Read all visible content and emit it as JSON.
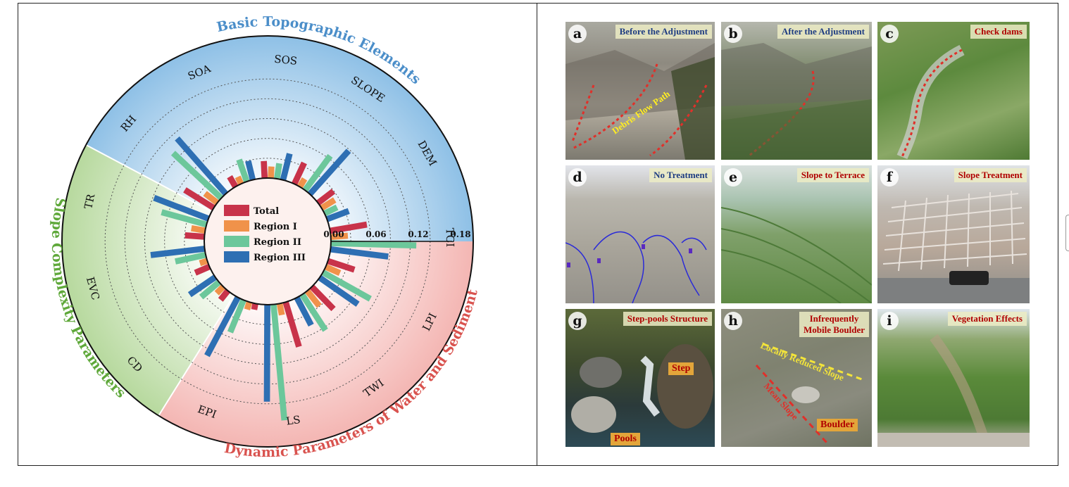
{
  "chart_data": {
    "type": "radial-bar",
    "sectors": [
      {
        "name": "Basic Topographic Elements",
        "color": "#8ec0e6"
      },
      {
        "name": "Slope Complexity Parameters",
        "color": "#b7d99e"
      },
      {
        "name": "Dynamic Parameters of Water and Sediment",
        "color": "#f4b6b3"
      }
    ],
    "categories": [
      "SOA",
      "SOS",
      "SLOPE",
      "DEM",
      "TCI",
      "LPI",
      "TWI",
      "LS",
      "EPI",
      "CD",
      "EVC",
      "TR",
      "RH"
    ],
    "axis_ticks": [
      "0.00",
      "0.06",
      "0.12",
      "0.18"
    ],
    "rlim": [
      0,
      0.18
    ],
    "legend": {
      "placement": "center"
    },
    "series": [
      {
        "name": "Total",
        "color": "#c8334a",
        "values": [
          0.015,
          0.022,
          0.03,
          0.025,
          0.048,
          0.036,
          0.04,
          0.06,
          0.008,
          0.015,
          0.02,
          0.025,
          0.044
        ]
      },
      {
        "name": "Region I",
        "color": "#f0924a",
        "values": [
          0.01,
          0.015,
          0.012,
          0.02,
          0.022,
          0.02,
          0.025,
          0.015,
          0.01,
          0.012,
          0.01,
          0.018,
          0.02
        ]
      },
      {
        "name": "Region II",
        "color": "#6cc79b",
        "values": [
          0.03,
          0.02,
          0.055,
          0.018,
          0.11,
          0.07,
          0.055,
          0.15,
          0.045,
          0.03,
          0.04,
          0.06,
          0.085
        ]
      },
      {
        "name": "Region III",
        "color": "#2e6fb3",
        "values": [
          0.025,
          0.035,
          0.075,
          0.03,
          0.075,
          0.06,
          0.04,
          0.125,
          0.085,
          0.04,
          0.07,
          0.075,
          0.095
        ]
      }
    ]
  },
  "photos": {
    "a": {
      "letter": "a",
      "caption": "Before the Adjustment",
      "label": "Debris Flow Path"
    },
    "b": {
      "letter": "b",
      "caption": "After the Adjustment"
    },
    "c": {
      "letter": "c",
      "caption": "Check dams"
    },
    "d": {
      "letter": "d",
      "caption": "No Treatment"
    },
    "e": {
      "letter": "e",
      "caption": "Slope to Terrace"
    },
    "f": {
      "letter": "f",
      "caption": "Slope Treatment"
    },
    "g": {
      "letter": "g",
      "caption": "Step-pools Structure",
      "label_step": "Step",
      "label_pools": "Pools"
    },
    "h": {
      "letter": "h",
      "caption": "Infrequently\nMobile Boulder",
      "label_local": "Locally Reduced Slope",
      "label_mean": "Mean Slope",
      "label_boulder": "Boulder"
    },
    "i": {
      "letter": "i",
      "caption": "Vegetation Effects"
    }
  }
}
